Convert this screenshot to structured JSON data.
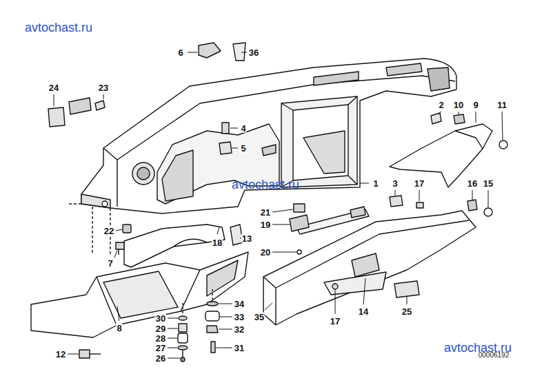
{
  "diagram": {
    "labels": [
      "avtochast.ru",
      "6",
      "36",
      "24",
      "23",
      "4",
      "2",
      "10",
      "9",
      "11",
      "5",
      "avtochast.ru",
      "1",
      "3",
      "17",
      "16",
      "15",
      "21",
      "19",
      "22",
      "13",
      "18",
      "7",
      "20",
      "34",
      "30",
      "33",
      "29",
      "32",
      "28",
      "8",
      "35",
      "17",
      "14",
      "25",
      "27",
      "31",
      "26",
      "12",
      "avtochast.ru",
      "00006192"
    ]
  }
}
